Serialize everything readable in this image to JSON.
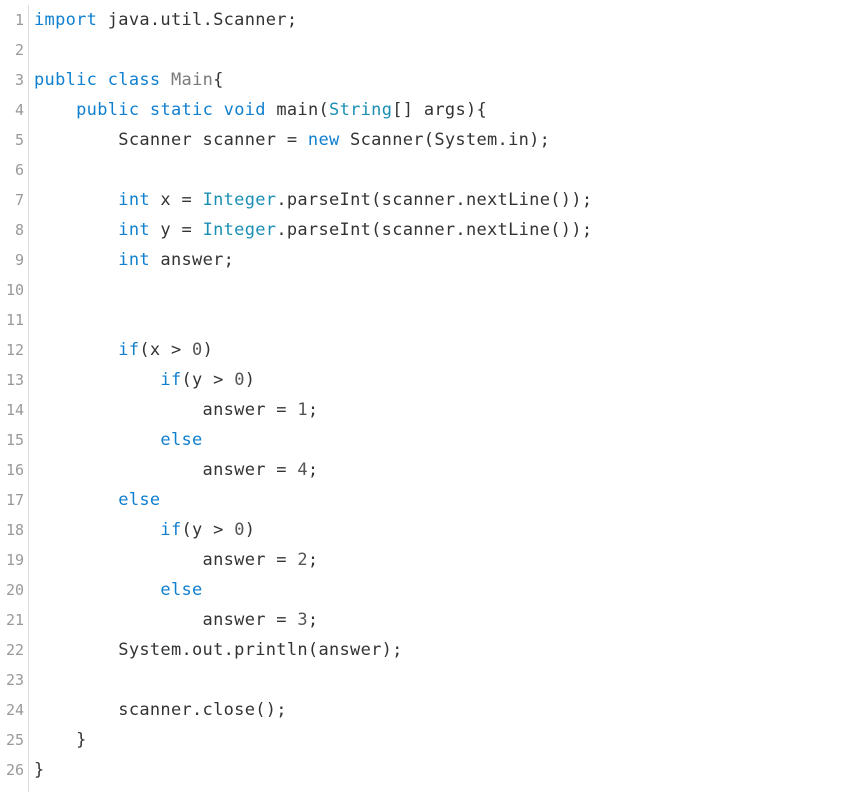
{
  "editor": {
    "language": "java",
    "colors": {
      "keyword": "#0f7fcf",
      "type": "#1a8fb3",
      "plain": "#333333",
      "line_number": "#999999",
      "gutter_border": "#dddddd"
    },
    "lines": [
      {
        "num": "1",
        "tokens": [
          {
            "t": "import",
            "c": "kw"
          },
          {
            "t": " java.util.Scanner;",
            "c": "plain"
          }
        ]
      },
      {
        "num": "2",
        "tokens": []
      },
      {
        "num": "3",
        "tokens": [
          {
            "t": "public",
            "c": "kw"
          },
          {
            "t": " ",
            "c": "plain"
          },
          {
            "t": "class",
            "c": "kw"
          },
          {
            "t": " ",
            "c": "plain"
          },
          {
            "t": "Main",
            "c": "cls"
          },
          {
            "t": "{",
            "c": "plain"
          }
        ]
      },
      {
        "num": "4",
        "tokens": [
          {
            "t": "    ",
            "c": "plain"
          },
          {
            "t": "public",
            "c": "kw"
          },
          {
            "t": " ",
            "c": "plain"
          },
          {
            "t": "static",
            "c": "kw"
          },
          {
            "t": " ",
            "c": "plain"
          },
          {
            "t": "void",
            "c": "kw"
          },
          {
            "t": " main(",
            "c": "plain"
          },
          {
            "t": "String",
            "c": "ty"
          },
          {
            "t": "[] args){",
            "c": "plain"
          }
        ]
      },
      {
        "num": "5",
        "tokens": [
          {
            "t": "        Scanner scanner = ",
            "c": "plain"
          },
          {
            "t": "new",
            "c": "kw"
          },
          {
            "t": " Scanner(System.in);",
            "c": "plain"
          }
        ]
      },
      {
        "num": "6",
        "tokens": []
      },
      {
        "num": "7",
        "tokens": [
          {
            "t": "        ",
            "c": "plain"
          },
          {
            "t": "int",
            "c": "kw"
          },
          {
            "t": " x = ",
            "c": "plain"
          },
          {
            "t": "Integer",
            "c": "ty"
          },
          {
            "t": ".parseInt(scanner.nextLine());",
            "c": "plain"
          }
        ]
      },
      {
        "num": "8",
        "tokens": [
          {
            "t": "        ",
            "c": "plain"
          },
          {
            "t": "int",
            "c": "kw"
          },
          {
            "t": " y = ",
            "c": "plain"
          },
          {
            "t": "Integer",
            "c": "ty"
          },
          {
            "t": ".parseInt(scanner.nextLine());",
            "c": "plain"
          }
        ]
      },
      {
        "num": "9",
        "tokens": [
          {
            "t": "        ",
            "c": "plain"
          },
          {
            "t": "int",
            "c": "kw"
          },
          {
            "t": " answer;",
            "c": "plain"
          }
        ]
      },
      {
        "num": "10",
        "tokens": []
      },
      {
        "num": "11",
        "tokens": []
      },
      {
        "num": "12",
        "tokens": [
          {
            "t": "        ",
            "c": "plain"
          },
          {
            "t": "if",
            "c": "kw"
          },
          {
            "t": "(x > ",
            "c": "plain"
          },
          {
            "t": "0",
            "c": "num"
          },
          {
            "t": ")",
            "c": "plain"
          }
        ]
      },
      {
        "num": "13",
        "tokens": [
          {
            "t": "            ",
            "c": "plain"
          },
          {
            "t": "if",
            "c": "kw"
          },
          {
            "t": "(y > ",
            "c": "plain"
          },
          {
            "t": "0",
            "c": "num"
          },
          {
            "t": ")",
            "c": "plain"
          }
        ]
      },
      {
        "num": "14",
        "tokens": [
          {
            "t": "                answer = ",
            "c": "plain"
          },
          {
            "t": "1",
            "c": "num"
          },
          {
            "t": ";",
            "c": "plain"
          }
        ]
      },
      {
        "num": "15",
        "tokens": [
          {
            "t": "            ",
            "c": "plain"
          },
          {
            "t": "else",
            "c": "kw"
          }
        ]
      },
      {
        "num": "16",
        "tokens": [
          {
            "t": "                answer = ",
            "c": "plain"
          },
          {
            "t": "4",
            "c": "num"
          },
          {
            "t": ";",
            "c": "plain"
          }
        ]
      },
      {
        "num": "17",
        "tokens": [
          {
            "t": "        ",
            "c": "plain"
          },
          {
            "t": "else",
            "c": "kw"
          }
        ]
      },
      {
        "num": "18",
        "tokens": [
          {
            "t": "            ",
            "c": "plain"
          },
          {
            "t": "if",
            "c": "kw"
          },
          {
            "t": "(y > ",
            "c": "plain"
          },
          {
            "t": "0",
            "c": "num"
          },
          {
            "t": ")",
            "c": "plain"
          }
        ]
      },
      {
        "num": "19",
        "tokens": [
          {
            "t": "                answer = ",
            "c": "plain"
          },
          {
            "t": "2",
            "c": "num"
          },
          {
            "t": ";",
            "c": "plain"
          }
        ]
      },
      {
        "num": "20",
        "tokens": [
          {
            "t": "            ",
            "c": "plain"
          },
          {
            "t": "else",
            "c": "kw"
          }
        ]
      },
      {
        "num": "21",
        "tokens": [
          {
            "t": "                answer = ",
            "c": "plain"
          },
          {
            "t": "3",
            "c": "num"
          },
          {
            "t": ";",
            "c": "plain"
          }
        ]
      },
      {
        "num": "22",
        "tokens": [
          {
            "t": "        System.out.println(answer);",
            "c": "plain"
          }
        ]
      },
      {
        "num": "23",
        "tokens": []
      },
      {
        "num": "24",
        "tokens": [
          {
            "t": "        scanner.close();",
            "c": "plain"
          }
        ]
      },
      {
        "num": "25",
        "tokens": [
          {
            "t": "    }",
            "c": "plain"
          }
        ]
      },
      {
        "num": "26",
        "tokens": [
          {
            "t": "}",
            "c": "plain"
          }
        ]
      }
    ]
  }
}
